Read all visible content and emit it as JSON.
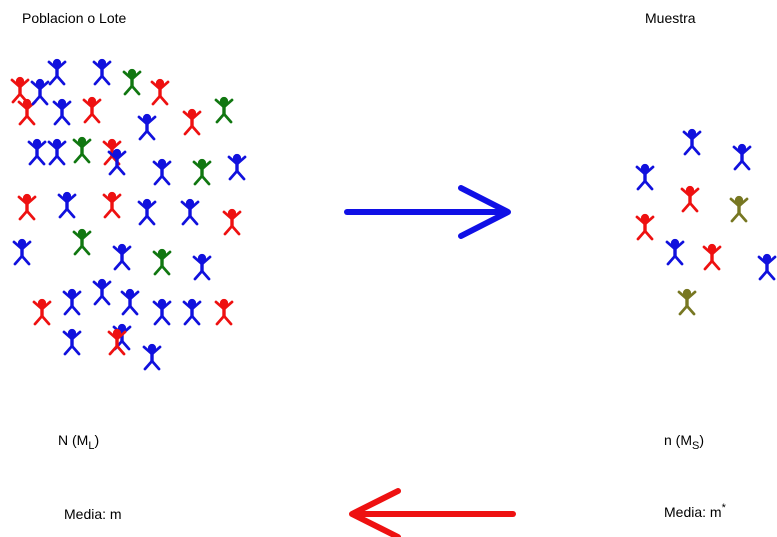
{
  "headers": {
    "population_title": "Poblacion o Lote",
    "sample_title": "Muestra"
  },
  "population": {
    "size_symbol": "N",
    "size_open": " (M",
    "size_subscript": "L",
    "size_close": ")",
    "mean_label": "Media: m"
  },
  "sample": {
    "size_symbol": "n",
    "size_open": " (M",
    "size_subscript": "S",
    "size_close": ")",
    "mean_label": "Media: m",
    "mean_superscript": "*"
  },
  "colors": {
    "blue": "#1111dd",
    "red": "#ee1111",
    "green": "#117711",
    "olive": "#777722",
    "forward_arrow": "#1010e6",
    "backward_arrow": "#ee1111"
  },
  "figures": {
    "population": [
      "blue",
      "blue",
      "green",
      "red",
      "red",
      "blue",
      "red",
      "red",
      "green",
      "blue",
      "blue",
      "red",
      "blue",
      "green",
      "blue",
      "green",
      "blue",
      "blue",
      "red",
      "blue",
      "red",
      "blue",
      "blue",
      "red",
      "blue",
      "green",
      "blue",
      "green",
      "blue",
      "blue",
      "blue",
      "blue",
      "red",
      "red",
      "blue",
      "blue",
      "blue",
      "blue",
      "red",
      "blue",
      "red",
      "blue"
    ],
    "sample": [
      "blue",
      "blue",
      "blue",
      "red",
      "olive",
      "red",
      "blue",
      "red",
      "blue",
      "olive"
    ]
  }
}
